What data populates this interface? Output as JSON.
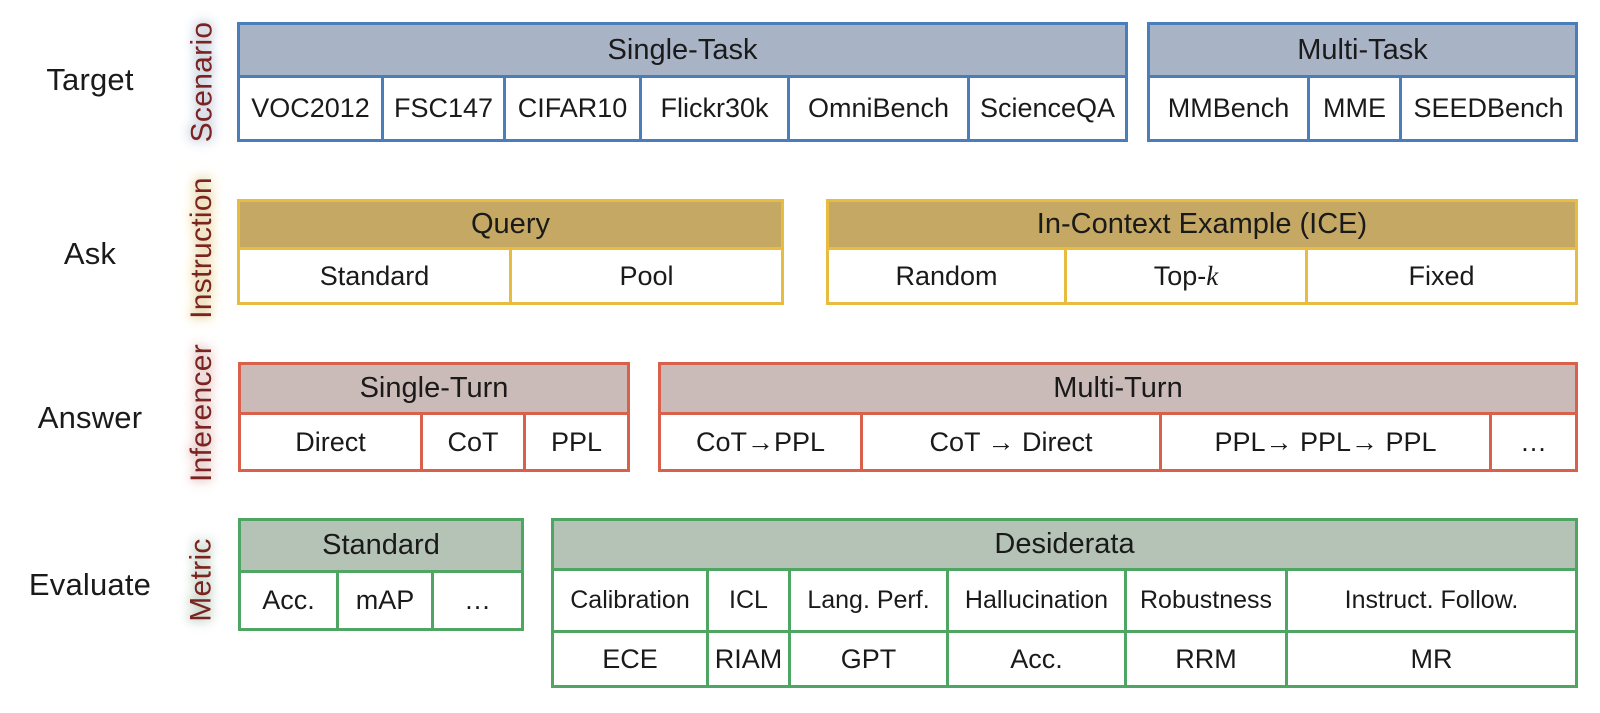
{
  "rows": [
    {
      "stage": "Target",
      "component": "Scenario",
      "accent": "#4a7ebb",
      "header_fill": "#a9b3c6",
      "groups": [
        {
          "title": "Single-Task",
          "items": [
            "VOC2012",
            "FSC147",
            "CIFAR10",
            "Flickr30k",
            "OmniBench",
            "ScienceQA"
          ]
        },
        {
          "title": "Multi-Task",
          "items": [
            "MMBench",
            "MME",
            "SEEDBench"
          ]
        }
      ]
    },
    {
      "stage": "Ask",
      "component": "Instruction",
      "accent": "#e8bc3f",
      "header_fill": "#c4a863",
      "groups": [
        {
          "title": "Query",
          "items": [
            "Standard",
            "Pool"
          ]
        },
        {
          "title": "In-Context Example (ICE)",
          "items": [
            "Random",
            "Top-k",
            "Fixed"
          ]
        }
      ]
    },
    {
      "stage": "Answer",
      "component": "Inferencer",
      "accent": "#d9614c",
      "header_fill": "#cbbbb8",
      "groups": [
        {
          "title": "Single-Turn",
          "items": [
            "Direct",
            "CoT",
            "PPL"
          ]
        },
        {
          "title": "Multi-Turn",
          "items": [
            "CoT→PPL",
            "CoT → Direct",
            "PPL→ PPL→ PPL",
            "…"
          ]
        }
      ]
    },
    {
      "stage": "Evaluate",
      "component": "Metric",
      "accent": "#4fa662",
      "header_fill": "#b5c3b6",
      "groups": [
        {
          "title": "Standard",
          "items": [
            "Acc.",
            "mAP",
            "…"
          ]
        },
        {
          "title": "Desiderata",
          "items": [
            "Calibration",
            "ICL",
            "Lang. Perf.",
            "Hallucination",
            "Robustness",
            "Instruct. Follow."
          ],
          "items2": [
            "ECE",
            "RIAM",
            "GPT",
            "Acc.",
            "RRM",
            "MR"
          ]
        }
      ]
    }
  ]
}
